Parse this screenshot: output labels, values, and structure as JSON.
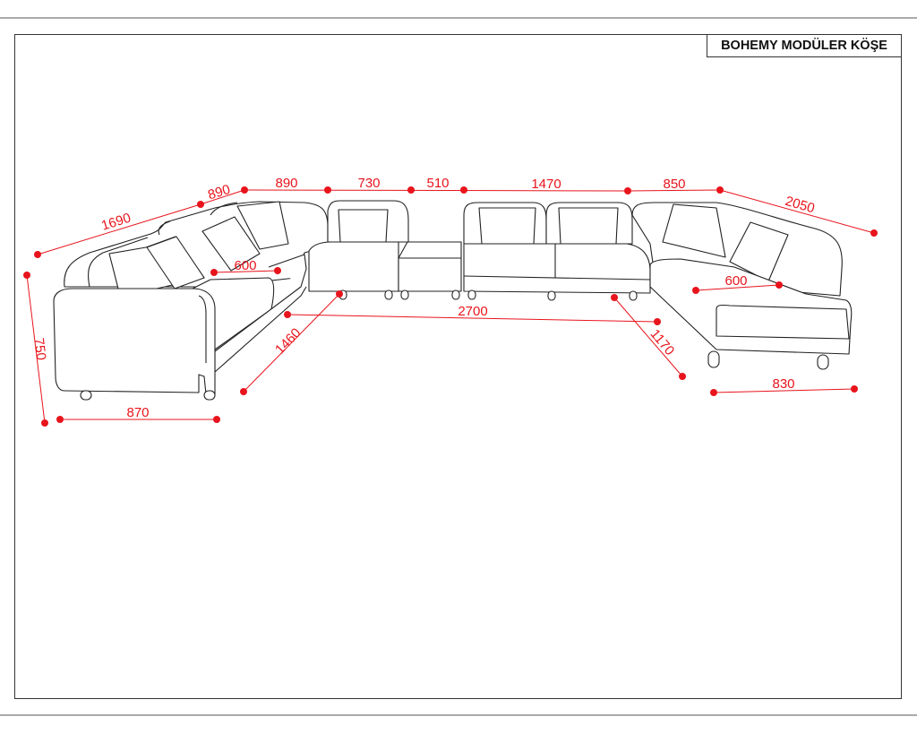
{
  "title": "BOHEMY MODÜLER KÖŞE",
  "colors": {
    "dimension": "#e8141c",
    "outline": "#222222"
  },
  "dimensions": {
    "back_left_diag": "1690",
    "back_left_corner": "890",
    "back_corner": "890",
    "back_armless": "730",
    "back_table": "510",
    "back_double": "1470",
    "back_right_corner": "850",
    "back_right_diag": "2050",
    "seat_depth_left": "600",
    "height": "750",
    "arm_width": "870",
    "left_depth": "1460",
    "front_length": "2700",
    "right_depth": "1170",
    "seat_depth_right": "600",
    "chaise_width": "830"
  }
}
